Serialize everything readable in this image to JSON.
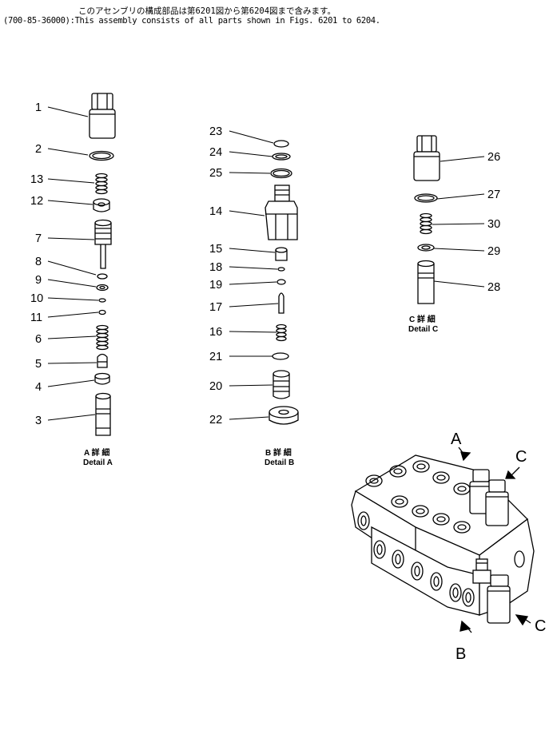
{
  "header": {
    "line_jp": "このアセンブリの構成部品は第6201図から第6204図まで含みます。",
    "line_en": "(700-85-36000):This assembly consists of all parts shown in Figs. 6201 to 6204."
  },
  "details": {
    "a": {
      "caption_jp": "A 詳 細",
      "caption_en": "Detail A"
    },
    "b": {
      "caption_jp": "B 詳 細",
      "caption_en": "Detail B"
    },
    "c": {
      "caption_jp": "C 詳 細",
      "caption_en": "Detail C"
    }
  },
  "callouts": {
    "a": [
      "1",
      "2",
      "13",
      "12",
      "7",
      "8",
      "9",
      "10",
      "11",
      "6",
      "5",
      "4",
      "3"
    ],
    "b": [
      "23",
      "24",
      "25",
      "14",
      "15",
      "18",
      "19",
      "17",
      "16",
      "21",
      "20",
      "22"
    ],
    "c": [
      "26",
      "27",
      "30",
      "29",
      "28"
    ]
  },
  "assembly_letters": {
    "a": "A",
    "b": "B",
    "c": "C"
  },
  "colors": {
    "ink": "#000000",
    "paper": "#ffffff"
  },
  "icons": [
    "arrow-icon"
  ]
}
